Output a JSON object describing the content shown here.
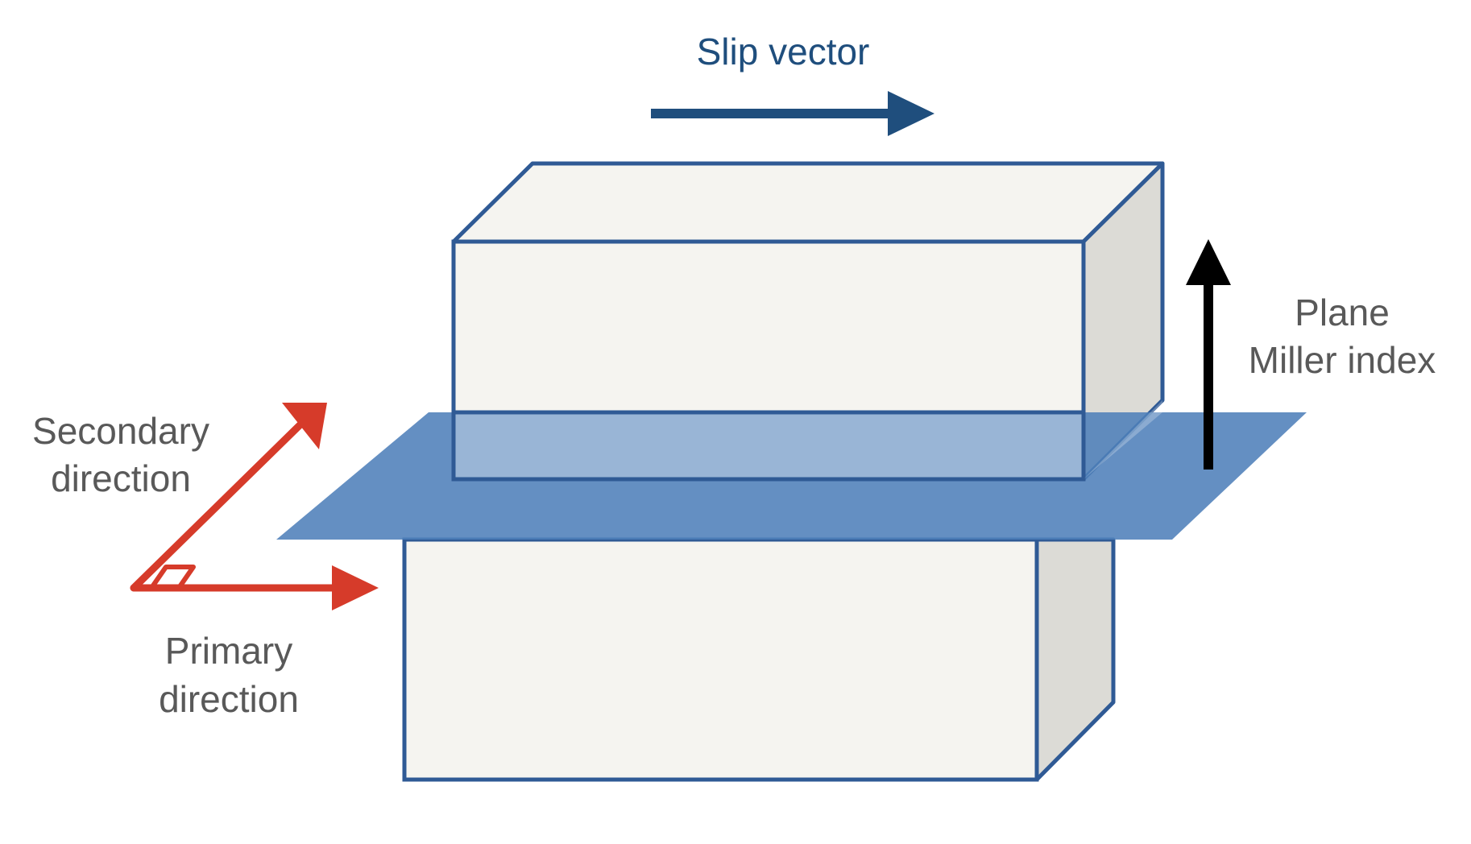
{
  "labels": {
    "slip_vector": "Slip vector",
    "plane_line1": "Plane",
    "plane_line2": "Miller index",
    "secondary_line1": "Secondary",
    "secondary_line2": "direction",
    "primary_line1": "Primary",
    "primary_line2": "direction"
  },
  "colors": {
    "slip_arrow": "#1f4e7d",
    "plane_fill": "#4f7fba",
    "block_face": "#f5f4f0",
    "block_side": "#dcdbd6",
    "block_edge": "#2f5a95",
    "direction_arrows": "#d63b2a",
    "normal_arrow": "#000000",
    "label_text": "#595959"
  },
  "icons": {
    "slip_arrow": "right-arrow",
    "normal_arrow": "up-arrow",
    "direction_arrows": "red-orthogonal-axes"
  }
}
